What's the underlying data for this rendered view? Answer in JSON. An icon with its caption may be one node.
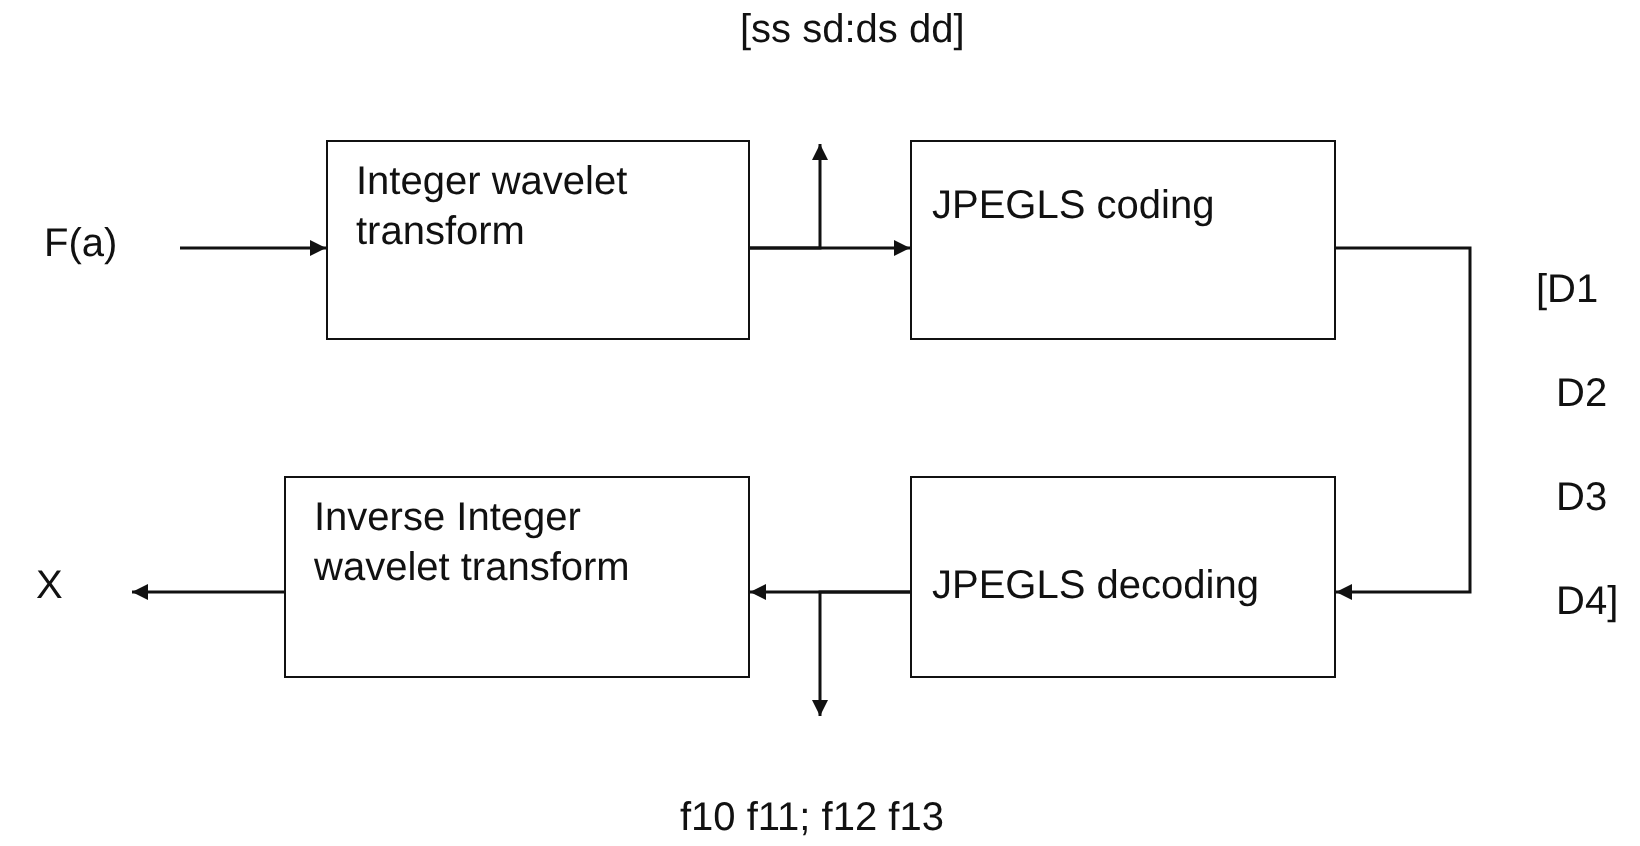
{
  "diagram": {
    "nodes": [
      {
        "text": [
          "F(a)"
        ]
      },
      {
        "text": [
          "Integer wavelet transform"
        ]
      },
      {
        "text": [
          "JPEGLS coding"
        ]
      },
      {
        "text": [
          "JPEGLS decoding"
        ]
      },
      {
        "text": [
          "Inverse Integer wavelet transform"
        ]
      },
      {
        "text": [
          "X"
        ]
      }
    ],
    "edges": [
      {
        "from": 0,
        "to": 1,
        "arrow": "to"
      },
      {
        "from": 1,
        "to": 2,
        "arrow": "to"
      },
      {
        "from": 1,
        "to": null,
        "arrow": "to"
      },
      {
        "from": 2,
        "to": 3,
        "arrow": "to"
      },
      {
        "from": 3,
        "to": 4,
        "arrow": "to"
      },
      {
        "from": 3,
        "to": null,
        "arrow": "to"
      },
      {
        "from": 4,
        "to": 5,
        "arrow": "to"
      }
    ],
    "labels": [
      "[ss sd:ds dd]",
      "[D1",
      "D2",
      "D3",
      "D4]",
      "f10 f11; f12 f13"
    ]
  }
}
